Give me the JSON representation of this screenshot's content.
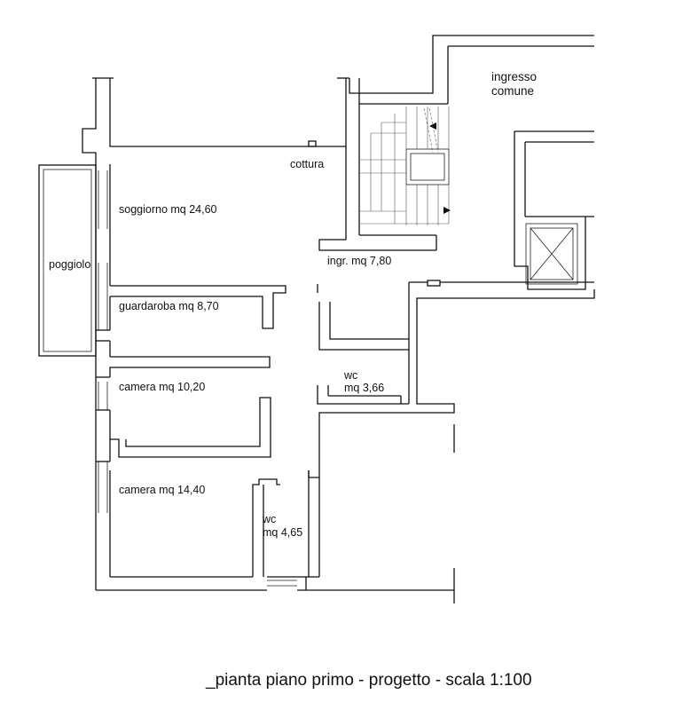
{
  "rooms": {
    "soggiorno": "soggiorno mq 24,60",
    "cottura": "cottura",
    "poggiolo": "poggiolo",
    "ingresso": "ingr. mq 7,80",
    "guardaroba": "guardaroba mq 8,70",
    "camera1": "camera mq 10,20",
    "camera2": "camera mq 14,40",
    "wc1_name": "wc",
    "wc1_area": "mq 3,66",
    "wc2_name": "wc",
    "wc2_area": "mq 4,65",
    "common_entry_1": "ingresso",
    "common_entry_2": "comune"
  },
  "title": "_pianta piano primo - progetto - scala 1:100"
}
